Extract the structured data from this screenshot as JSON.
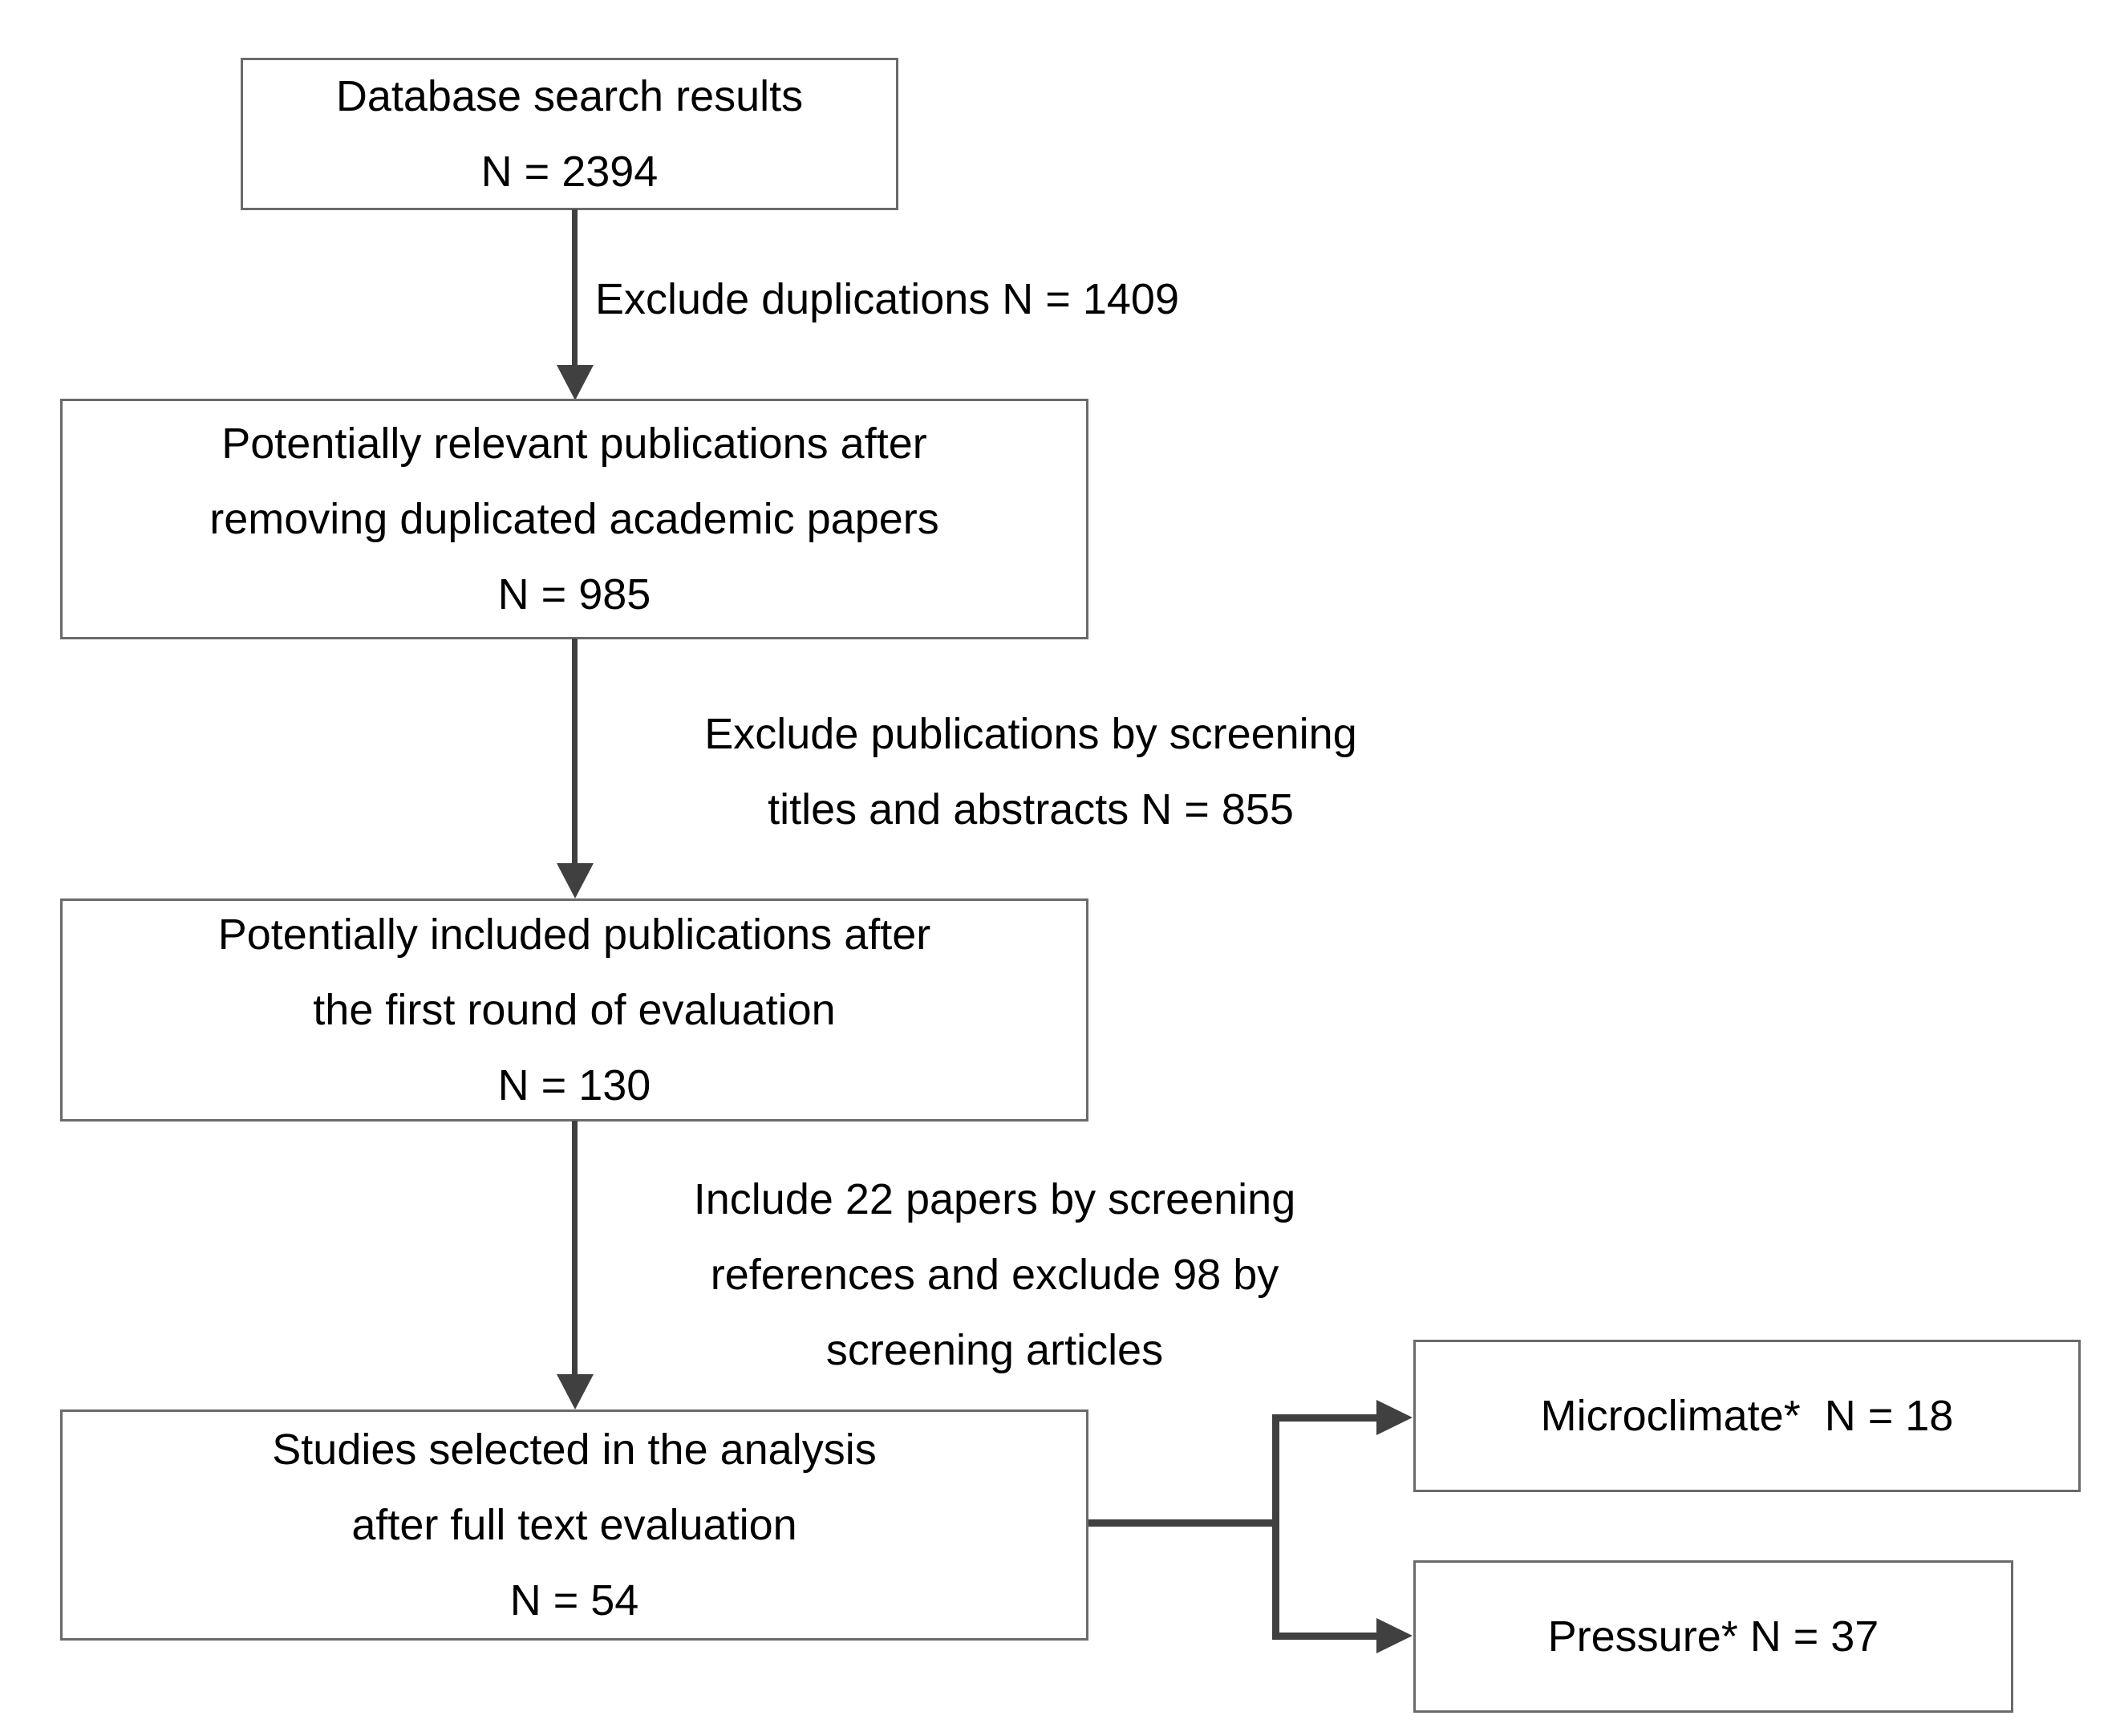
{
  "diagram": {
    "type": "flowchart",
    "boxes": [
      {
        "id": "database-search",
        "lines": [
          "Database search results",
          "N = 2394"
        ]
      },
      {
        "id": "relevant-publications",
        "lines": [
          "Potentially relevant publications after",
          "removing duplicated academic papers",
          "N = 985"
        ]
      },
      {
        "id": "included-publications",
        "lines": [
          "Potentially included publications after",
          "the first round of evaluation",
          "N = 130"
        ]
      },
      {
        "id": "selected-studies",
        "lines": [
          "Studies selected in the analysis",
          "after full text evaluation",
          "N = 54"
        ]
      },
      {
        "id": "microclimate",
        "lines": [
          "Microclimate*  N = 18"
        ]
      },
      {
        "id": "pressure",
        "lines": [
          "Pressure* N = 37"
        ]
      }
    ],
    "edge_labels": [
      {
        "id": "exclude-duplications",
        "lines": [
          "Exclude duplications N = 1409"
        ]
      },
      {
        "id": "exclude-by-screening",
        "lines": [
          "Exclude publications by screening",
          "titles and abstracts N = 855"
        ]
      },
      {
        "id": "include-references",
        "lines": [
          "Include 22 papers by screening",
          "references and exclude 98 by",
          "screening articles"
        ]
      }
    ],
    "colors": {
      "box_border": "#6a6a6a",
      "arrow": "#404040",
      "text": "#000000",
      "background": "#ffffff"
    }
  }
}
